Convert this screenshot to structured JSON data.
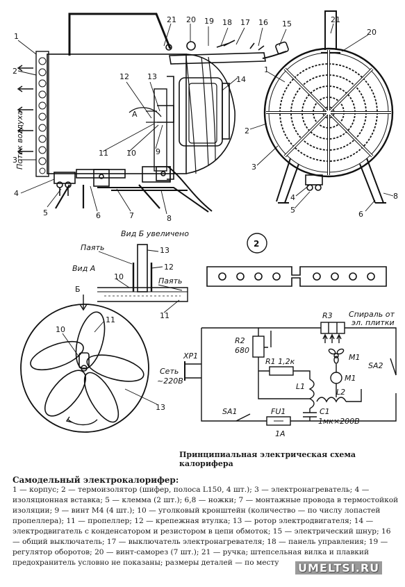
{
  "labels": {
    "n1": "1",
    "n2": "2",
    "n3": "3",
    "n4": "4",
    "n5": "5",
    "n6": "6",
    "n7": "7",
    "n8": "8",
    "n9": "9",
    "n10": "10",
    "n11": "11",
    "n12": "12",
    "n13": "13",
    "n14": "14",
    "n15": "15",
    "n16": "16",
    "n17": "17",
    "n18": "18",
    "n19": "19",
    "n20": "20",
    "n21": "21",
    "airflow": "Поток воздуха",
    "view_a": "Вид А",
    "view_b_enlarged": "Вид Б увеличено",
    "arrow_a": "А",
    "arrow_b": "Б",
    "solder": "Паять",
    "fig2": "2"
  },
  "schematic": {
    "r3": "R3",
    "spiral": "Спираль от",
    "spiral2": "эл. плитки",
    "r2": "R2",
    "r2v": "680",
    "r1": "R1 1,2к",
    "xp1": "XP1",
    "mains": "Сеть",
    "mains_v": "~220В",
    "m1": "M1",
    "l1": "L1",
    "l2": "L2",
    "c1": "C1",
    "c1v": "1мк×200В",
    "sa1": "SA1",
    "sa2": "SA2",
    "fu1": "FU1",
    "fu1v": "1А"
  },
  "caption": "Принципиальная электрическая схема калорифера",
  "legend_title": "Самодельный электрокалорифер:",
  "legend_text": "1 — корпус; 2 — термоизолятор (шифер, полоса L150, 4 шт.); 3 — электронагреватель; 4 — изоляционная вставка; 5 — клемма (2 шт.); 6,8 — ножки; 7 — монтажные провода в термостойкой изоляции; 9 — винт М4 (4 шт.); 10 — уголковый кронштейн (количество — по числу лопастей пропеллера); 11 — пропеллер; 12 — крепежная втулка; 13 — ротор электродвигателя; 14 — электродвигатель с конденсатором и резистором в цепи обмоток; 15 — электрический шнур; 16 — общий выключатель; 17 — выключатель электронагревателя; 18 — панель управления; 19 — регулятор оборотов; 20 — винт-саморез (7 шт.); 21 — ручка; штепсельная вилка и плавкий предохранитель условно не показаны; размеры деталей — по месту",
  "watermark": "UMELTSI.RU"
}
